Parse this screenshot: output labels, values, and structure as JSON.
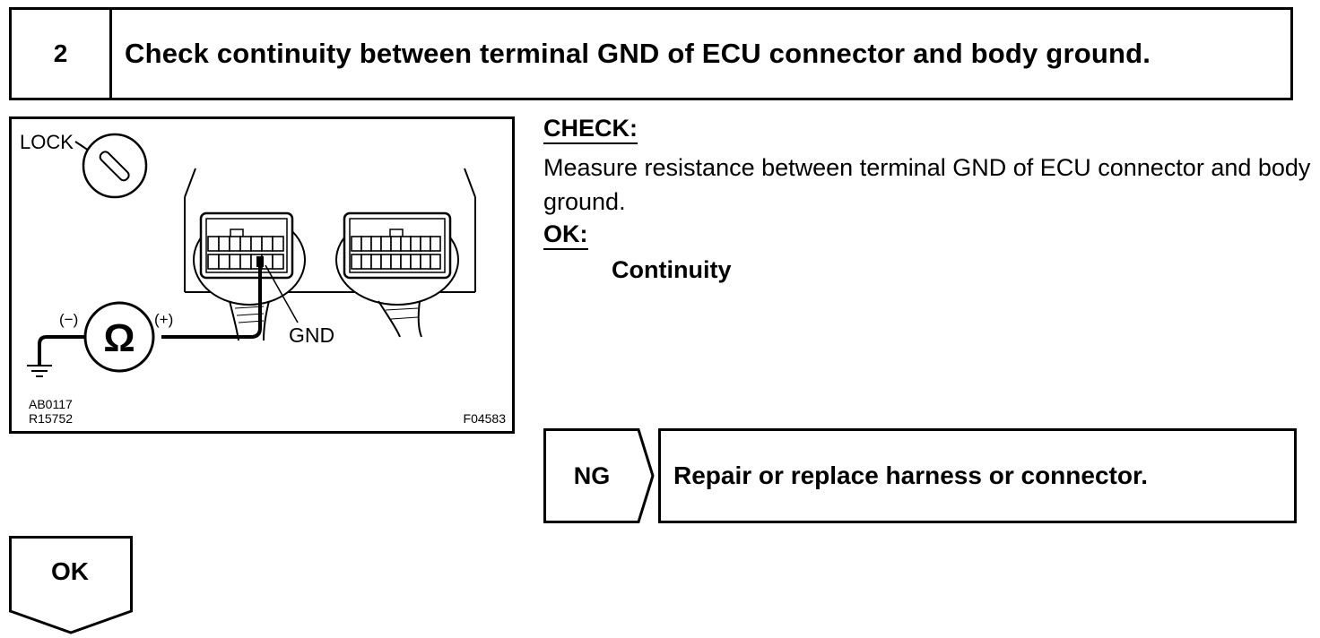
{
  "step": {
    "number": "2",
    "title": "Check continuity between terminal GND of ECU connector and body ground."
  },
  "figure": {
    "lock_label": "LOCK",
    "minus_label": "(−)",
    "plus_label": "(+)",
    "ohm_symbol": "Ω",
    "gnd_label": "GND",
    "code_1": "AB0117",
    "code_2": "R15752",
    "figure_id": "F04583"
  },
  "check": {
    "label": "CHECK:",
    "text": "Measure resistance between terminal GND of ECU connector and body ground."
  },
  "ok": {
    "label": "OK:",
    "value": "Continuity"
  },
  "ng": {
    "label": "NG",
    "action": "Repair or replace harness or connector."
  },
  "ok_arrow": {
    "label": "OK"
  }
}
